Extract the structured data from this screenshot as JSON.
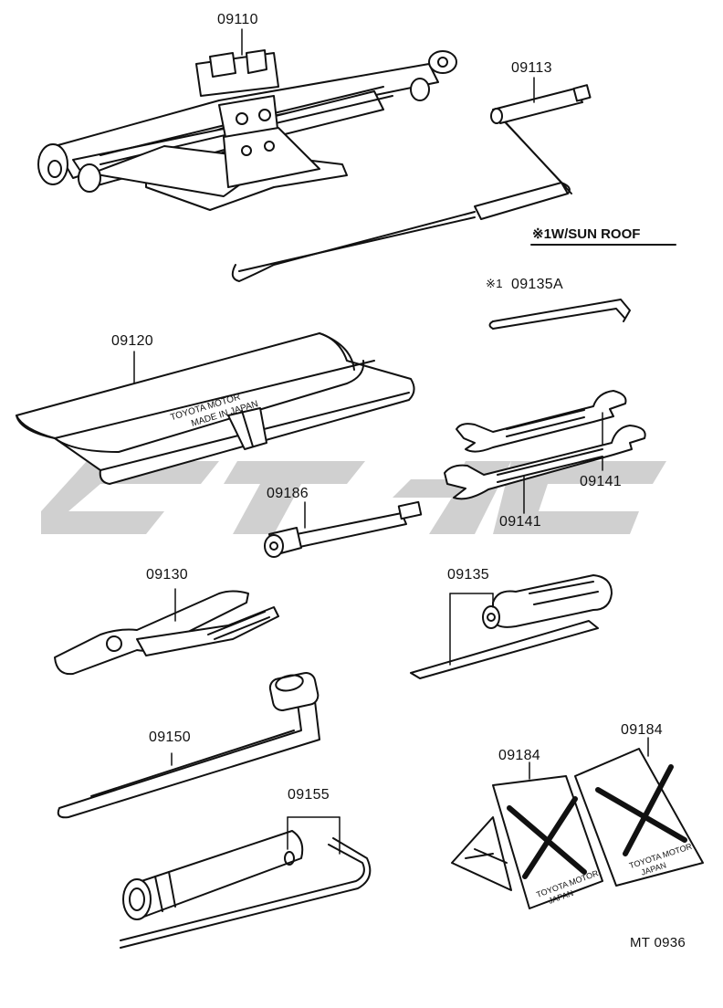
{
  "watermark": {
    "color": "#c8c8c8"
  },
  "part_labels": {
    "jack": "09110",
    "jack_handle": "09113",
    "sunroof_handle": "09135A",
    "tool_bag": "09120",
    "wrench_top": "09141",
    "wrench_bottom": "09141",
    "adapter": "09186",
    "pliers": "09130",
    "screwdriver": "09135",
    "wheel_nut_wrench": "09150",
    "plug_wrench": "09155",
    "chock_left": "09184",
    "chock_right": "09184"
  },
  "sunroof_note": "※1W/SUN ROOF",
  "sunroof_marker": "※1",
  "bag_imprint": {
    "line1": "TOYOTA MOTOR",
    "line2": "MADE IN JAPAN"
  },
  "chock_imprint": {
    "line1": "TOYOTA MOTOR",
    "line2": "JAPAN"
  },
  "figure_code": "MT 0936"
}
